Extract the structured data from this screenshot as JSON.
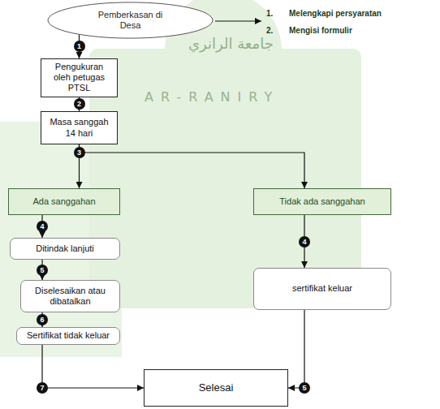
{
  "diagram": {
    "nodes": [
      {
        "text": [
          "Pemberkasan di Desa"
        ]
      },
      {
        "text": [
          "Pengukuran oleh petugas PTSL"
        ]
      },
      {
        "text": [
          "Masa sanggah 14 hari"
        ]
      },
      {
        "text": [
          "Ada sanggahan"
        ]
      },
      {
        "text": [
          "Tidak ada sanggahan"
        ]
      },
      {
        "text": [
          "Ditindak lanjuti"
        ]
      },
      {
        "text": [
          "sertifikat keluar"
        ]
      },
      {
        "text": [
          "Diselesaikan atau dibatalkan"
        ]
      },
      {
        "text": [
          "Sertifikat tidak keluar"
        ]
      },
      {
        "text": [
          "Selesai"
        ]
      }
    ],
    "edges": [
      {
        "from": 0,
        "to": 1,
        "arrow": "to",
        "label": "1"
      },
      {
        "from": 1,
        "to": 2,
        "arrow": "to",
        "label": "2"
      },
      {
        "from": 2,
        "to": 3,
        "arrow": "to"
      },
      {
        "from": 2,
        "to": 4,
        "arrow": "to"
      },
      {
        "from": 3,
        "to": 5,
        "arrow": "to",
        "label": "4"
      },
      {
        "from": 4,
        "to": 6,
        "arrow": "to",
        "label": "4"
      },
      {
        "from": 5,
        "to": 7,
        "arrow": "to",
        "label": "5"
      },
      {
        "from": 6,
        "to": 9,
        "arrow": "to",
        "label": "5"
      },
      {
        "from": 7,
        "to": 8,
        "arrow": "to",
        "label": "6"
      },
      {
        "from": 8,
        "to": 9,
        "arrow": "to",
        "label": "7"
      }
    ],
    "labels": [
      "جامعة الرانري",
      "AR-RANIRY",
      "1.",
      "Melengkapi persyaratan",
      "2.",
      "Mengisi formulir",
      "3"
    ]
  }
}
